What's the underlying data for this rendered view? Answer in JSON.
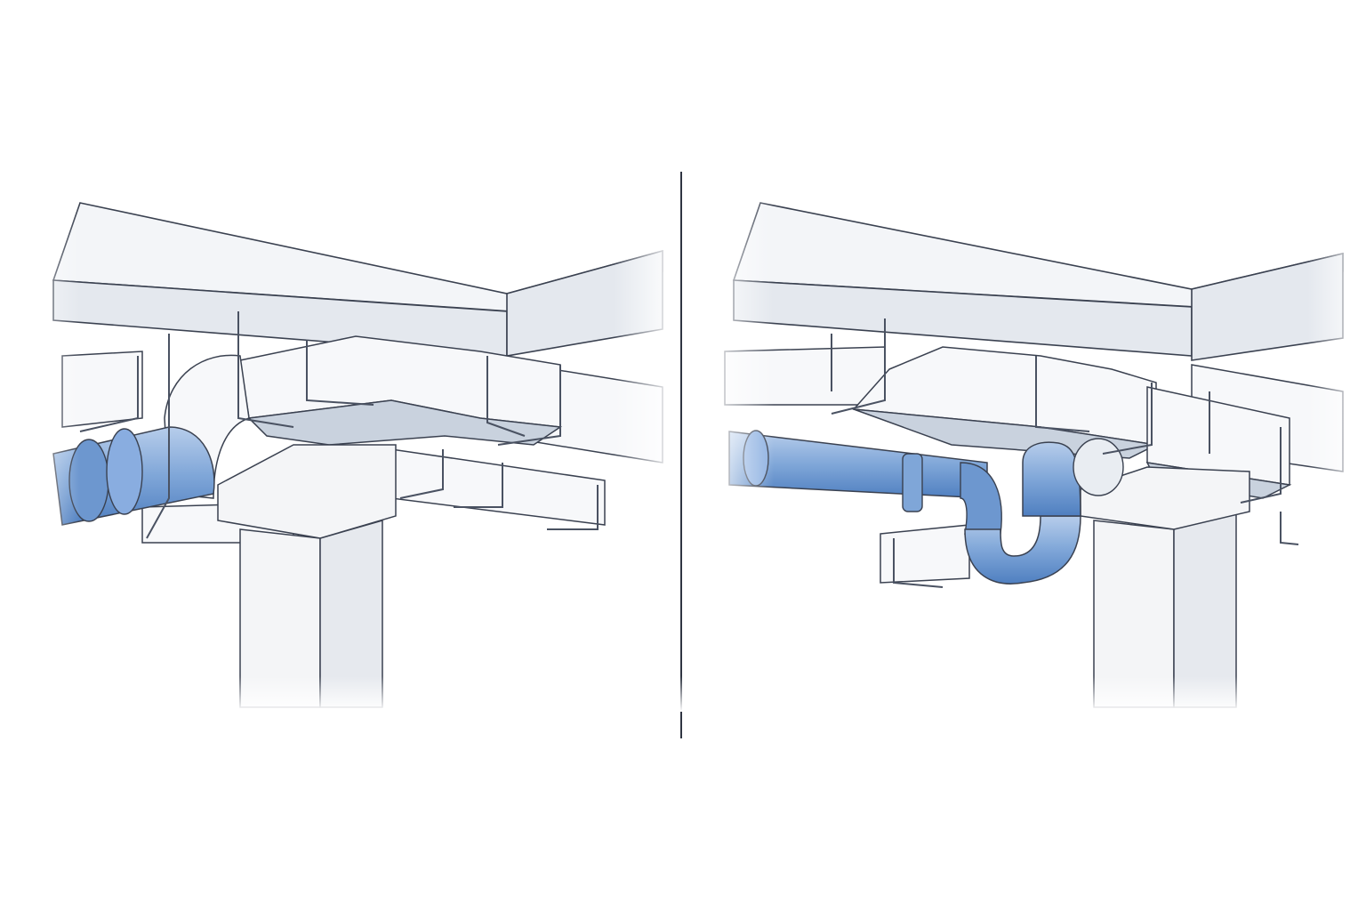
{
  "colors": {
    "background": "#ffffff",
    "line": "#3a4150",
    "pipe": "#7fa6d8",
    "pipe_shadow": "#4f7fc0",
    "duct_underside": "#c9d2de",
    "divider": "#2f3542"
  },
  "panels": [
    {
      "id": "left",
      "pipe_route": "straight-through-elbow"
    },
    {
      "id": "right",
      "pipe_route": "offset-u-bend"
    }
  ]
}
